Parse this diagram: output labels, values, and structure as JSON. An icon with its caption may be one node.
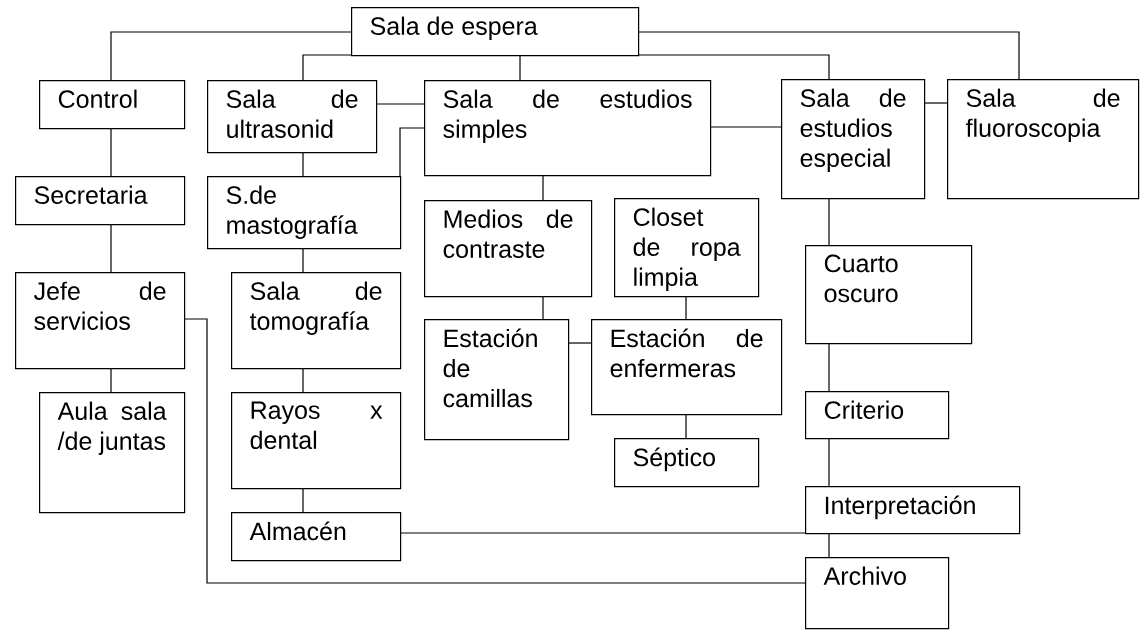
{
  "diagram": {
    "nodes": [
      {
        "text": [
          "Sala de espera"
        ]
      },
      {
        "text": [
          "Control"
        ]
      },
      {
        "text": [
          "Sala de ultrasonid"
        ]
      },
      {
        "text": [
          "Sala de estudios simples"
        ]
      },
      {
        "text": [
          "Sala de estudios especial"
        ]
      },
      {
        "text": [
          "Sala de fluoroscopia"
        ]
      },
      {
        "text": [
          "Secretaria"
        ]
      },
      {
        "text": [
          "S.de mastografía"
        ]
      },
      {
        "text": [
          "Medios de contraste"
        ]
      },
      {
        "text": [
          "Closet de ropa limpia"
        ]
      },
      {
        "text": [
          "Jefe de servicios"
        ]
      },
      {
        "text": [
          "Sala de tomografía"
        ]
      },
      {
        "text": [
          "Cuarto oscuro"
        ]
      },
      {
        "text": [
          "Estación de camillas"
        ]
      },
      {
        "text": [
          "Estación de enfermeras"
        ]
      },
      {
        "text": [
          "Aula sala /de juntas"
        ]
      },
      {
        "text": [
          "Rayos x dental"
        ]
      },
      {
        "text": [
          "Criterio"
        ]
      },
      {
        "text": [
          "Séptico"
        ]
      },
      {
        "text": [
          "Almacén"
        ]
      },
      {
        "text": [
          "Interpretación"
        ]
      },
      {
        "text": [
          "Archivo"
        ]
      }
    ],
    "edges": [
      {
        "from": 0,
        "to": 1,
        "arrow": "none"
      },
      {
        "from": 0,
        "to": 2,
        "arrow": "none"
      },
      {
        "from": 0,
        "to": 3,
        "arrow": "none"
      },
      {
        "from": 0,
        "to": 4,
        "arrow": "none"
      },
      {
        "from": 0,
        "to": 5,
        "arrow": "none"
      },
      {
        "from": 1,
        "to": 6,
        "arrow": "none"
      },
      {
        "from": 6,
        "to": 10,
        "arrow": "none"
      },
      {
        "from": 10,
        "to": 15,
        "arrow": "none"
      },
      {
        "from": 10,
        "to": 21,
        "arrow": "none"
      },
      {
        "from": 2,
        "to": 3,
        "arrow": "none"
      },
      {
        "from": 2,
        "to": 7,
        "arrow": "none"
      },
      {
        "from": 3,
        "to": 7,
        "arrow": "none"
      },
      {
        "from": 3,
        "to": 4,
        "arrow": "none"
      },
      {
        "from": 4,
        "to": 5,
        "arrow": "none"
      },
      {
        "from": 3,
        "to": 8,
        "arrow": "none"
      },
      {
        "from": 7,
        "to": 11,
        "arrow": "none"
      },
      {
        "from": 11,
        "to": 16,
        "arrow": "none"
      },
      {
        "from": 16,
        "to": 19,
        "arrow": "none"
      },
      {
        "from": 8,
        "to": 13,
        "arrow": "none"
      },
      {
        "from": 13,
        "to": 14,
        "arrow": "none"
      },
      {
        "from": 9,
        "to": 14,
        "arrow": "none"
      },
      {
        "from": 14,
        "to": 18,
        "arrow": "none"
      },
      {
        "from": 4,
        "to": 12,
        "arrow": "none"
      },
      {
        "from": 12,
        "to": 17,
        "arrow": "none"
      },
      {
        "from": 17,
        "to": 20,
        "arrow": "none"
      },
      {
        "from": 19,
        "to": 20,
        "arrow": "none"
      },
      {
        "from": 20,
        "to": 21,
        "arrow": "none"
      }
    ]
  }
}
